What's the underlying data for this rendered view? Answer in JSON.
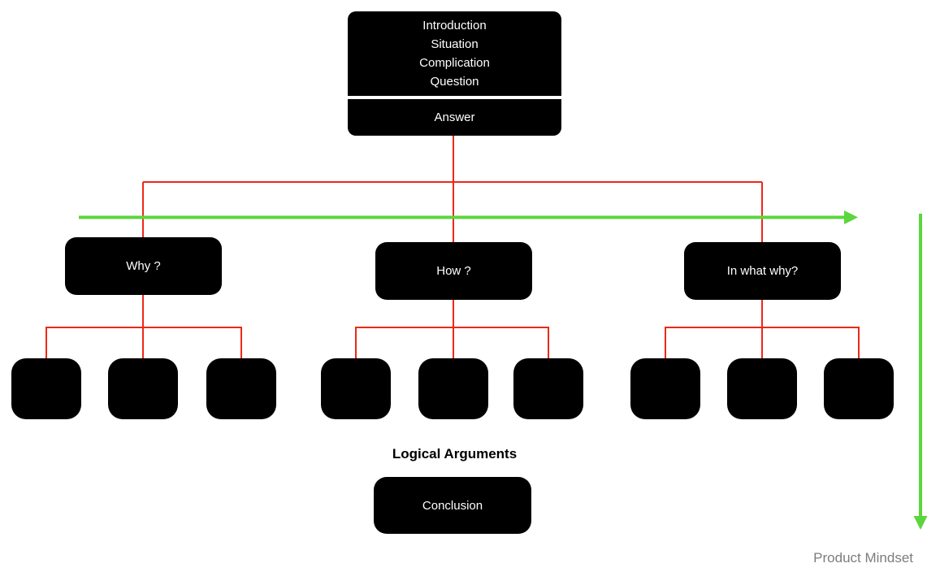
{
  "colors": {
    "red": "#ee2817",
    "green": "#5bd63c",
    "black": "#000000",
    "gray": "#7d7d7d",
    "white": "#ffffff"
  },
  "pyramid": {
    "intro_box": {
      "lines": [
        "Introduction",
        "Situation",
        "Complication",
        "Question"
      ],
      "answer": "Answer"
    },
    "branches": [
      {
        "label": "Why ?"
      },
      {
        "label": "How ?"
      },
      {
        "label": "In what why?"
      }
    ],
    "arguments_heading": "Logical Arguments",
    "conclusion": "Conclusion",
    "watermark": "Product Mindset"
  }
}
